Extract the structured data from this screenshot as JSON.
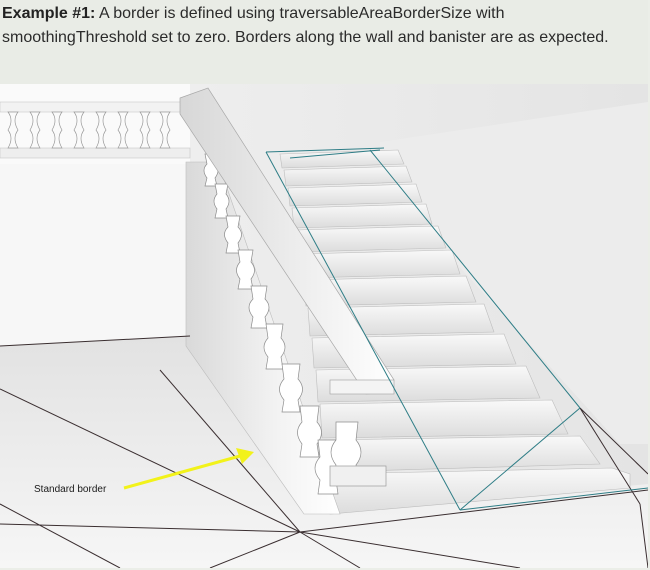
{
  "caption": {
    "label": "Example #1:",
    "text": " A border is defined using traversableAreaBorderSize with smoothingThreshold set to zero. Borders along the wall and banister are as expected."
  },
  "figure": {
    "annotation": "Standard border"
  },
  "colors": {
    "arrow": "#f2f21a",
    "border_line": "#2e7d86",
    "mesh_line": "#3a2e30"
  }
}
